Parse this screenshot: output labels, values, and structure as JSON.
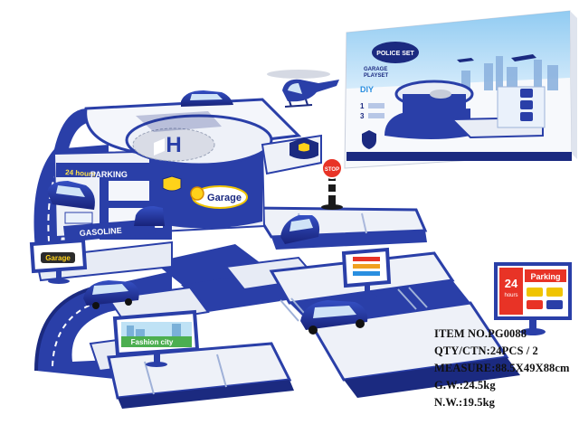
{
  "product": {
    "box": {
      "brand_badge": "POLICE SET",
      "title_line1": "GARAGE",
      "title_line2": "PLAYSET",
      "diy_label": "DIY",
      "step_1": "1",
      "step_3": "3"
    },
    "garage": {
      "banner": "24 hours",
      "parking_label": "PARKING",
      "garage_sign": "Garage",
      "gasoline_label": "GASOLINE",
      "helipad_letter": "H",
      "stop_sign": "STOP"
    },
    "signs": {
      "garage_billboard": "Garage",
      "fashion_billboard": "Fashion city",
      "parking_24_number": "24",
      "parking_24_hours": "hours",
      "parking_24_label": "Parking"
    }
  },
  "specs": {
    "item_no": "ITEM NO.PG0088",
    "qty_ctn": "QTY/CTN:24PCS / 2",
    "measure": "MEASURE:88.5X49X88cm",
    "gross_weight": "G.W.:24.5kg",
    "net_weight": "N.W.:19.5kg"
  },
  "colors": {
    "toy_blue": "#2a3fa8",
    "toy_blue_dark": "#1b2a80",
    "track_white": "#eef1f8",
    "helipad_grey": "#d9dce6",
    "sign_red": "#d83b2a"
  }
}
